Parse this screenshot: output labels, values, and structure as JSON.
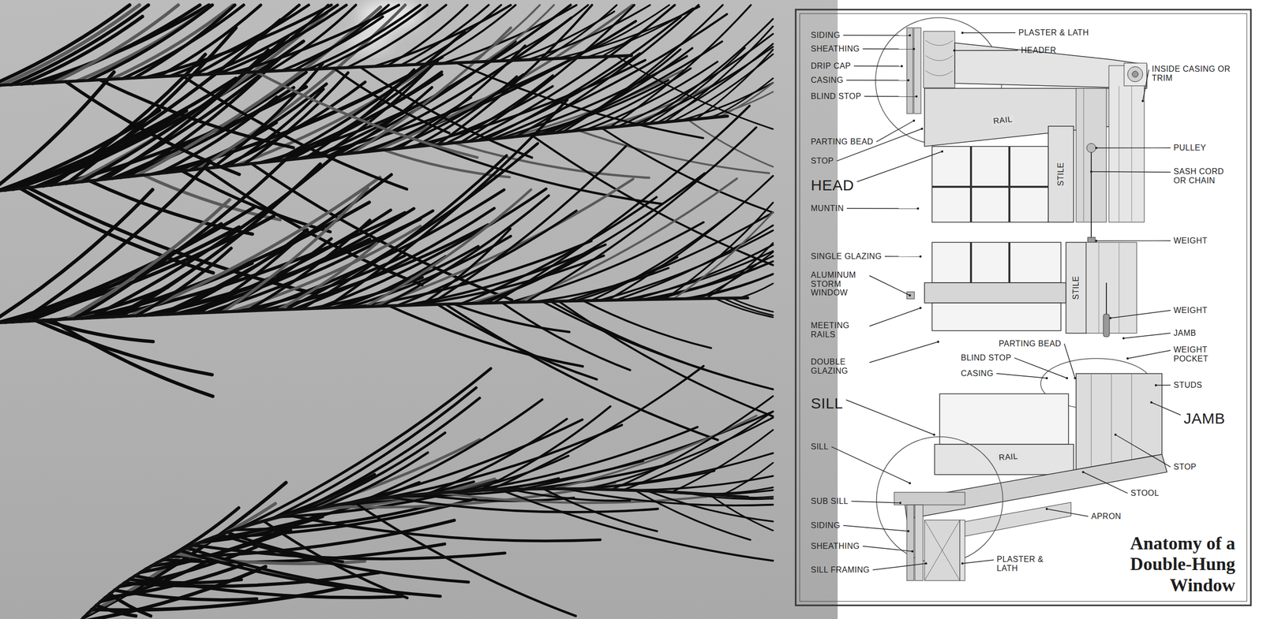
{
  "diagram": {
    "title": "Anatomy of a Double-Hung Window",
    "labels": [
      "SIDING",
      "SHEATHING",
      "DRIP CAP",
      "CASING",
      "BLIND STOP",
      "PARTING BEAD",
      "STOP",
      "HEAD",
      "MUNTIN",
      "SINGLE GLAZING",
      "ALUMINUM STORM WINDOW",
      "MEETING RAILS",
      "DOUBLE GLAZING",
      "SILL",
      "SILL",
      "SUB SILL",
      "SIDING",
      "SHEATHING",
      "SILL FRAMING",
      "RAIL",
      "STILE",
      "STILE",
      "PARTING BEAD",
      "BLIND STOP",
      "CASING",
      "RAIL",
      "PLASTER & LATH",
      "HEADER",
      "INSIDE CASING OR TRIM",
      "PULLEY",
      "SASH CORD OR CHAIN",
      "WEIGHT",
      "WEIGHT",
      "JAMB",
      "WEIGHT POCKET",
      "STUDS",
      "JAMB",
      "STOP",
      "STOOL",
      "APRON",
      "PLASTER & LATH"
    ]
  }
}
